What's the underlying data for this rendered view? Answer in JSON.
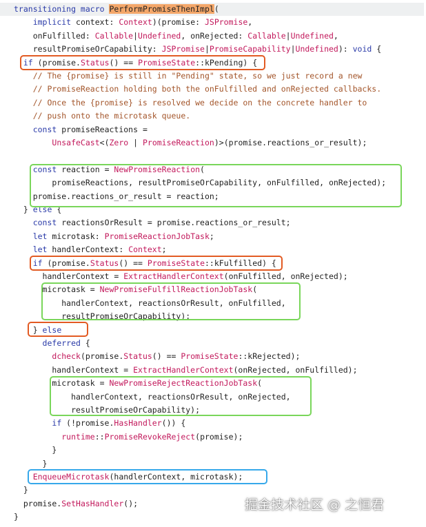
{
  "code": {
    "lines": [
      [
        {
          "t": "transitioning macro ",
          "c": "kw"
        },
        {
          "t": "PerformPromiseThenImpl",
          "c": "hl"
        },
        {
          "t": "("
        }
      ],
      [
        {
          "t": "    "
        },
        {
          "t": "implicit",
          "c": "kw"
        },
        {
          "t": " context: "
        },
        {
          "t": "Context",
          "c": "ty"
        },
        {
          "t": ")(promise: "
        },
        {
          "t": "JSPromise",
          "c": "ty"
        },
        {
          "t": ","
        }
      ],
      [
        {
          "t": "    onFulfilled: "
        },
        {
          "t": "Callable",
          "c": "ty"
        },
        {
          "t": "|"
        },
        {
          "t": "Undefined",
          "c": "ty"
        },
        {
          "t": ", onRejected: "
        },
        {
          "t": "Callable",
          "c": "ty"
        },
        {
          "t": "|"
        },
        {
          "t": "Undefined",
          "c": "ty"
        },
        {
          "t": ","
        }
      ],
      [
        {
          "t": "    resultPromiseOrCapability: "
        },
        {
          "t": "JSPromise",
          "c": "ty"
        },
        {
          "t": "|"
        },
        {
          "t": "PromiseCapability",
          "c": "ty"
        },
        {
          "t": "|"
        },
        {
          "t": "Undefined",
          "c": "ty"
        },
        {
          "t": "): "
        },
        {
          "t": "void",
          "c": "kw"
        },
        {
          "t": " {"
        }
      ],
      [
        {
          "t": "  "
        },
        {
          "t": "if",
          "c": "kw"
        },
        {
          "t": " (promise."
        },
        {
          "t": "Status",
          "c": "fn"
        },
        {
          "t": "() == "
        },
        {
          "t": "PromiseState",
          "c": "ty"
        },
        {
          "t": "::kPending) {"
        }
      ],
      [
        {
          "t": "    // The {promise} is still in \"Pending\" state, so we just record a new",
          "c": "cm"
        }
      ],
      [
        {
          "t": "    // PromiseReaction holding both the onFulfilled and onRejected callbacks.",
          "c": "cm"
        }
      ],
      [
        {
          "t": "    // Once the {promise} is resolved we decide on the concrete handler to",
          "c": "cm"
        }
      ],
      [
        {
          "t": "    // push onto the microtask queue.",
          "c": "cm"
        }
      ],
      [
        {
          "t": "    "
        },
        {
          "t": "const",
          "c": "kw"
        },
        {
          "t": " promiseReactions ="
        }
      ],
      [
        {
          "t": "        "
        },
        {
          "t": "UnsafeCast",
          "c": "fn"
        },
        {
          "t": "<("
        },
        {
          "t": "Zero",
          "c": "ty"
        },
        {
          "t": " | "
        },
        {
          "t": "PromiseReaction",
          "c": "ty"
        },
        {
          "t": ")>(promise.reactions_or_result);"
        }
      ],
      [
        {
          "t": ""
        }
      ],
      [
        {
          "t": "    "
        },
        {
          "t": "const",
          "c": "kw"
        },
        {
          "t": " reaction = "
        },
        {
          "t": "NewPromiseReaction",
          "c": "fn"
        },
        {
          "t": "("
        }
      ],
      [
        {
          "t": "        promiseReactions, resultPromiseOrCapability, onFulfilled, onRejected);"
        }
      ],
      [
        {
          "t": "    promise.reactions_or_result = reaction;"
        }
      ],
      [
        {
          "t": "  } "
        },
        {
          "t": "else",
          "c": "kw"
        },
        {
          "t": " {"
        }
      ],
      [
        {
          "t": "    "
        },
        {
          "t": "const",
          "c": "kw"
        },
        {
          "t": " reactionsOrResult = promise.reactions_or_result;"
        }
      ],
      [
        {
          "t": "    "
        },
        {
          "t": "let",
          "c": "kw"
        },
        {
          "t": " microtask: "
        },
        {
          "t": "PromiseReactionJobTask",
          "c": "ty"
        },
        {
          "t": ";"
        }
      ],
      [
        {
          "t": "    "
        },
        {
          "t": "let",
          "c": "kw"
        },
        {
          "t": " handlerContext: "
        },
        {
          "t": "Context",
          "c": "ty"
        },
        {
          "t": ";"
        }
      ],
      [
        {
          "t": "    "
        },
        {
          "t": "if",
          "c": "kw"
        },
        {
          "t": " (promise."
        },
        {
          "t": "Status",
          "c": "fn"
        },
        {
          "t": "() == "
        },
        {
          "t": "PromiseState",
          "c": "ty"
        },
        {
          "t": "::kFulfilled) {"
        }
      ],
      [
        {
          "t": "      handlerContext = "
        },
        {
          "t": "ExtractHandlerContext",
          "c": "fn"
        },
        {
          "t": "(onFulfilled, onRejected);"
        }
      ],
      [
        {
          "t": "      microtask = "
        },
        {
          "t": "NewPromiseFulfillReactionJobTask",
          "c": "fn"
        },
        {
          "t": "("
        }
      ],
      [
        {
          "t": "          handlerContext, reactionsOrResult, onFulfilled,"
        }
      ],
      [
        {
          "t": "          resultPromiseOrCapability);"
        }
      ],
      [
        {
          "t": "    } "
        },
        {
          "t": "else",
          "c": "kw"
        }
      ],
      [
        {
          "t": "      "
        },
        {
          "t": "deferred",
          "c": "kw"
        },
        {
          "t": " {"
        }
      ],
      [
        {
          "t": "        "
        },
        {
          "t": "dcheck",
          "c": "fn"
        },
        {
          "t": "(promise."
        },
        {
          "t": "Status",
          "c": "fn"
        },
        {
          "t": "() == "
        },
        {
          "t": "PromiseState",
          "c": "ty"
        },
        {
          "t": "::kRejected);"
        }
      ],
      [
        {
          "t": "        handlerContext = "
        },
        {
          "t": "ExtractHandlerContext",
          "c": "fn"
        },
        {
          "t": "(onRejected, onFulfilled);"
        }
      ],
      [
        {
          "t": "        microtask = "
        },
        {
          "t": "NewPromiseRejectReactionJobTask",
          "c": "fn"
        },
        {
          "t": "("
        }
      ],
      [
        {
          "t": "            handlerContext, reactionsOrResult, onRejected,"
        }
      ],
      [
        {
          "t": "            resultPromiseOrCapability);"
        }
      ],
      [
        {
          "t": "        "
        },
        {
          "t": "if",
          "c": "kw"
        },
        {
          "t": " (!promise."
        },
        {
          "t": "HasHandler",
          "c": "fn"
        },
        {
          "t": "()) {"
        }
      ],
      [
        {
          "t": "          "
        },
        {
          "t": "runtime",
          "c": "ty"
        },
        {
          "t": "::"
        },
        {
          "t": "PromiseRevokeReject",
          "c": "fn"
        },
        {
          "t": "(promise);"
        }
      ],
      [
        {
          "t": "        }"
        }
      ],
      [
        {
          "t": "      }"
        }
      ],
      [
        {
          "t": "    "
        },
        {
          "t": "EnqueueMicrotask",
          "c": "fn"
        },
        {
          "t": "(handlerContext, microtask);"
        }
      ],
      [
        {
          "t": "  }"
        }
      ],
      [
        {
          "t": "  promise."
        },
        {
          "t": "SetHasHandler",
          "c": "fn"
        },
        {
          "t": "();"
        }
      ],
      [
        {
          "t": "}"
        }
      ]
    ]
  },
  "watermark": "掘金技术社区 @ 之恒君",
  "colors": {
    "keyword": "#2a3aa8",
    "type": "#c2185b",
    "comment": "#a3552a",
    "highlight": "#f4a76a",
    "box_red": "#e25a22",
    "box_green": "#79d65a",
    "box_blue": "#36a8ea"
  }
}
